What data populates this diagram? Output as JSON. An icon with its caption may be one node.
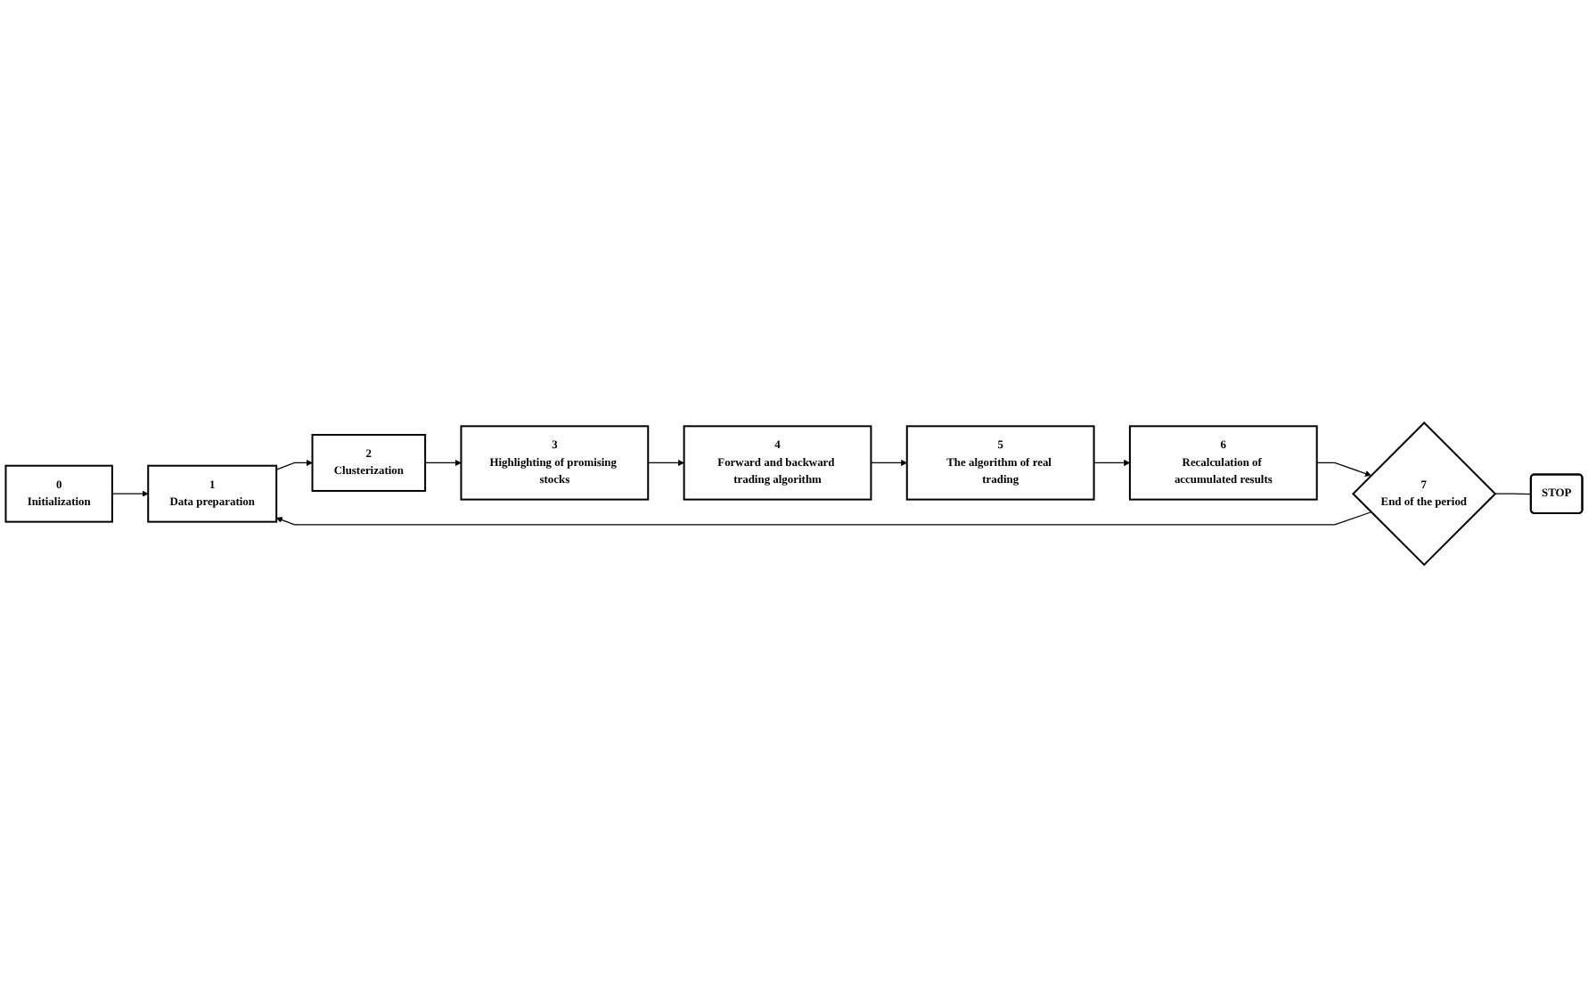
{
  "diagram": {
    "nodes": [
      {
        "text": [
          "0",
          "Initialization"
        ]
      },
      {
        "text": [
          "1",
          "Data preparation"
        ]
      },
      {
        "text": [
          "2",
          "Clusterization"
        ]
      },
      {
        "text": [
          "3",
          "Highlighting of promising stocks"
        ]
      },
      {
        "text": [
          "4",
          "Forward and backward trading algorithm"
        ]
      },
      {
        "text": [
          "5",
          "The algorithm of real trading"
        ]
      },
      {
        "text": [
          "6",
          "Recalculation of accumulated results"
        ]
      },
      {
        "text": [
          "7",
          "End of the period"
        ]
      },
      {
        "text": [
          "STOP"
        ]
      }
    ],
    "edges": [
      {
        "from": 0,
        "to": 1,
        "arrow": "to"
      },
      {
        "from": 1,
        "to": 2,
        "arrow": "to"
      },
      {
        "from": 2,
        "to": 3,
        "arrow": "to"
      },
      {
        "from": 3,
        "to": 4,
        "arrow": "to"
      },
      {
        "from": 4,
        "to": 5,
        "arrow": "to"
      },
      {
        "from": 5,
        "to": 6,
        "arrow": "to"
      },
      {
        "from": 6,
        "to": 7,
        "arrow": "to"
      },
      {
        "from": 7,
        "to": 1,
        "arrow": "to"
      },
      {
        "from": 7,
        "to": 8,
        "arrow": "none"
      }
    ]
  }
}
